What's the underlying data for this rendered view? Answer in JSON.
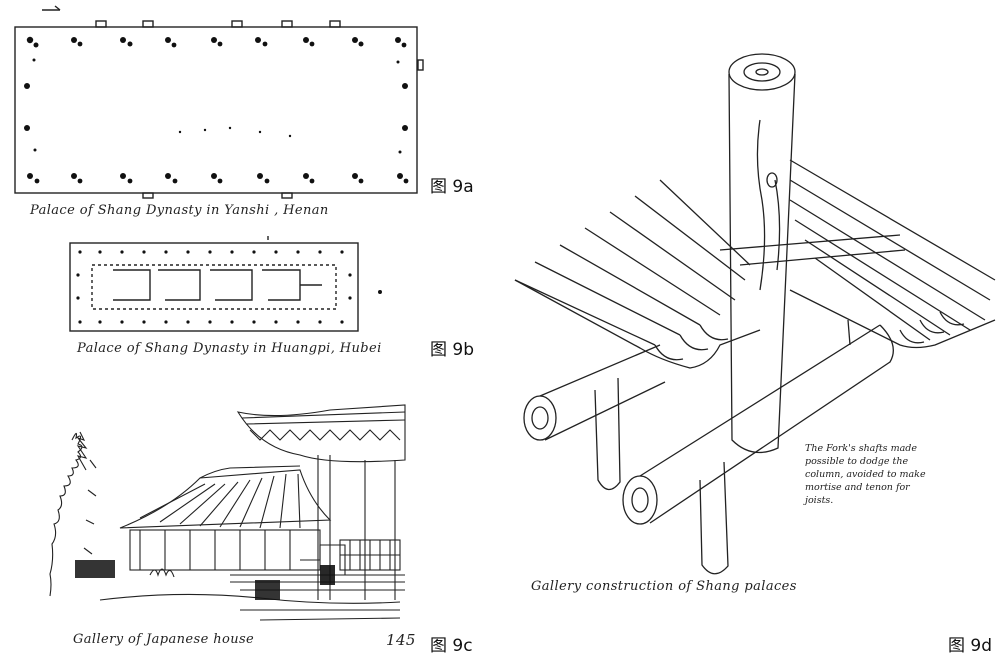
{
  "figures": [
    {
      "label": "图 9a",
      "caption": "Palace of Shang Dynasty in Yanshi , Henan"
    },
    {
      "label": "图 9b",
      "caption": "Palace of Shang Dynasty in Huangpi, Hubei"
    },
    {
      "label": "图 9c",
      "caption": "Gallery of Japanese house",
      "sketch_mark": "145"
    },
    {
      "label": "图 9d",
      "caption": "Gallery construction of Shang palaces",
      "note": [
        "The Fork's shafts made",
        "possible to dodge the",
        "column, avoided to make",
        "mortise and tenon for",
        "joists."
      ]
    }
  ]
}
